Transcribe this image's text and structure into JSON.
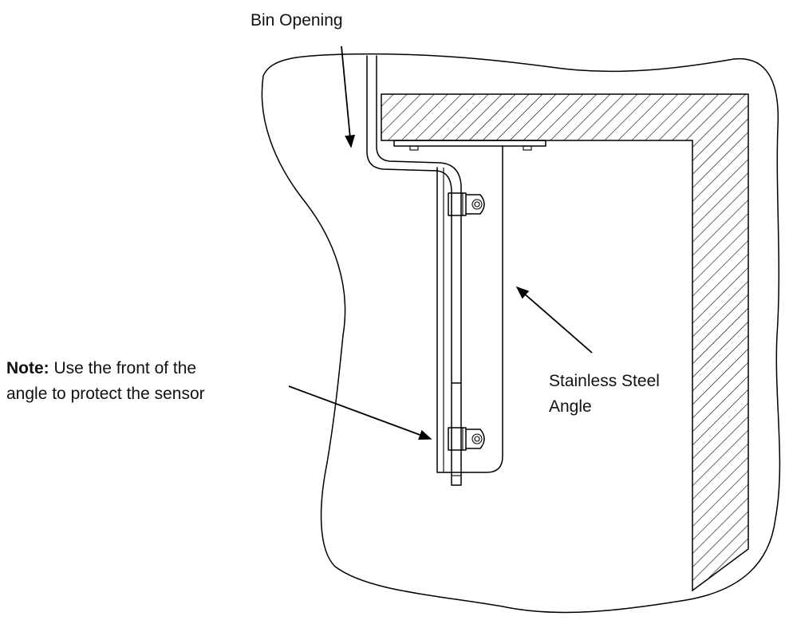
{
  "labels": {
    "bin_opening": "Bin Opening",
    "note_bold": "Note:",
    "note_line1_rest": " Use the front of the",
    "note_line2": "angle to protect the sensor",
    "angle_line1": "Stainless Steel",
    "angle_line2": "Angle"
  },
  "colors": {
    "line": "#000000",
    "background": "#ffffff"
  }
}
